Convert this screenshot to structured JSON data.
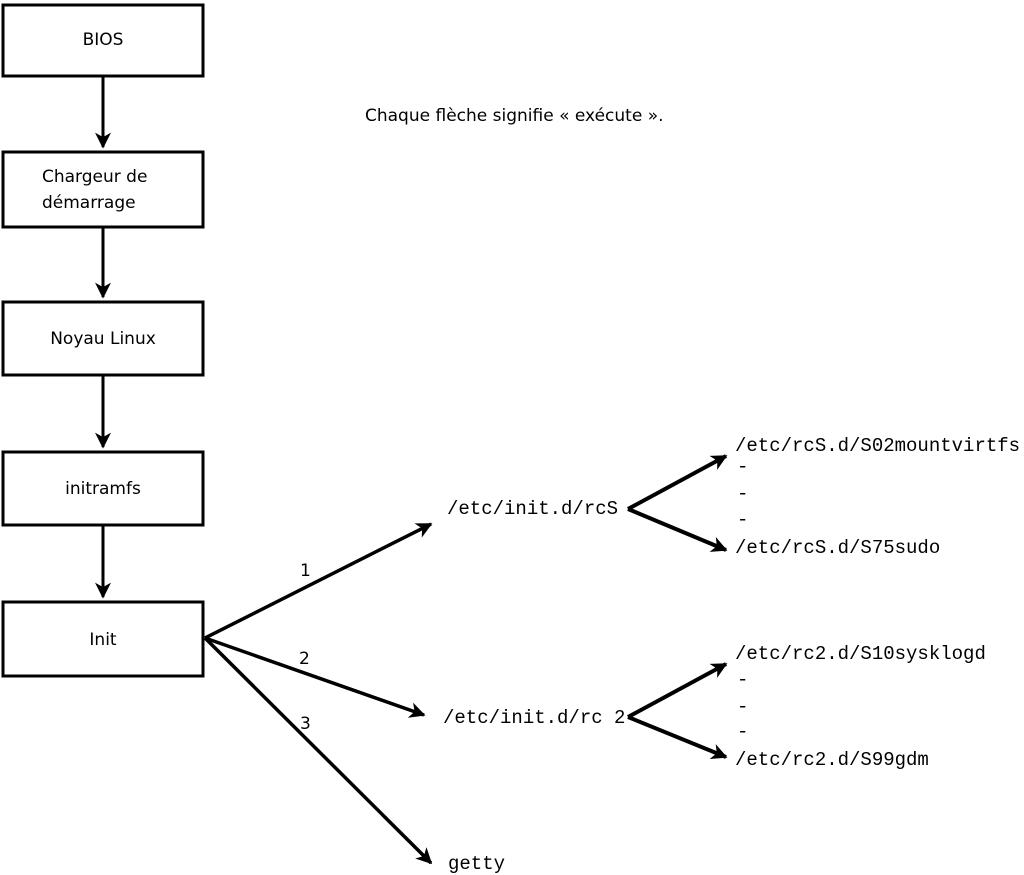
{
  "colors": {
    "ink": "#000000",
    "paper": "#ffffff"
  },
  "note": "Chaque flèche signifie « exécute ».",
  "boxes": {
    "bios": "BIOS",
    "bootloader_line1": "Chargeur de",
    "bootloader_line2": "démarrage",
    "kernel": "Noyau Linux",
    "initramfs": "initramfs",
    "init": "Init"
  },
  "branches": {
    "rcs_label": "1",
    "rc2_label": "2",
    "getty_label": "3"
  },
  "targets": {
    "rcs": "/etc/init.d/rcS",
    "rc2": "/etc/init.d/rc 2",
    "getty": "getty"
  },
  "rcs_scripts": {
    "first": "/etc/rcS.d/S02mountvirtfs",
    "ellipsis": "-",
    "last": "/etc/rcS.d/S75sudo"
  },
  "rc2_scripts": {
    "first": "/etc/rc2.d/S10sysklogd",
    "ellipsis": "-",
    "last": "/etc/rc2.d/S99gdm"
  }
}
